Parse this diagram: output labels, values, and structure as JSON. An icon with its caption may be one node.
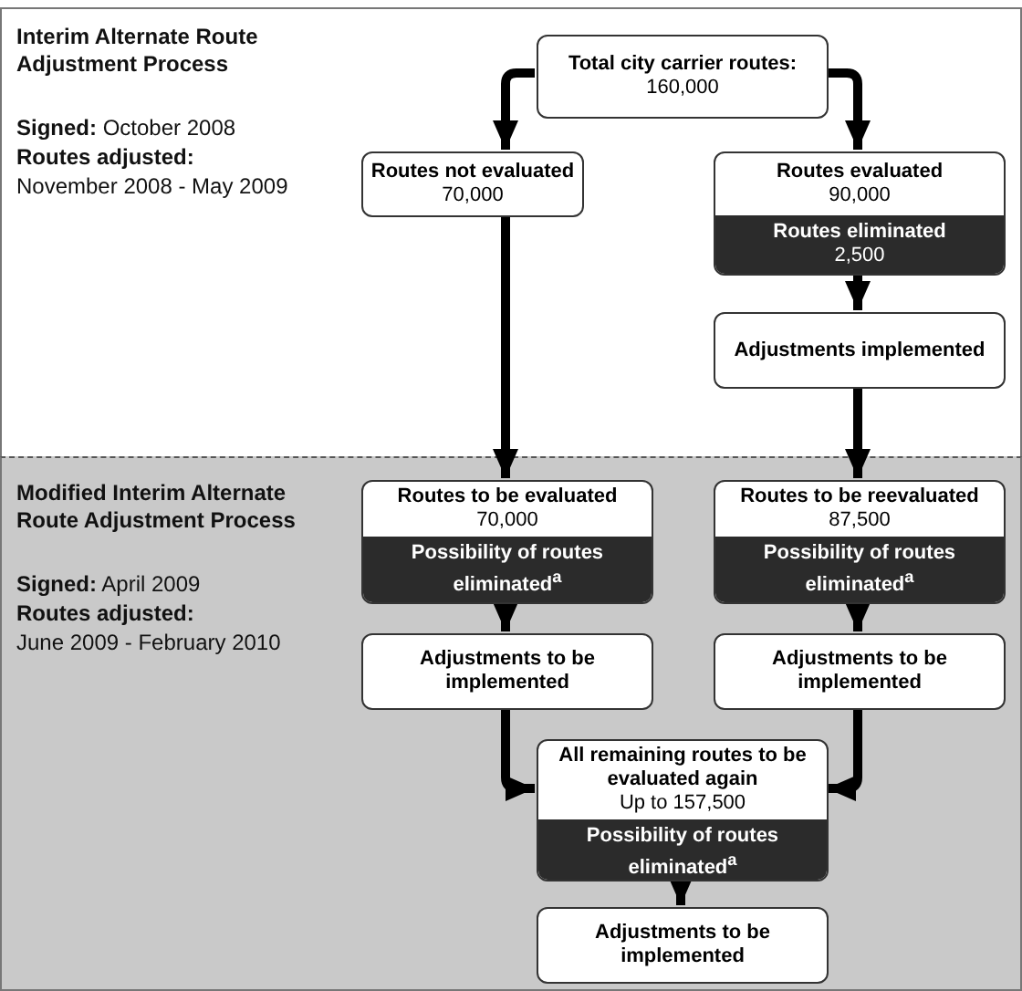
{
  "diagram": {
    "nodes": [
      {
        "text": [
          "Interim Alternate Route Adjustment Process",
          "**Signed:** October 2008",
          "Routes adjusted:",
          "November 2008 - May 2009"
        ]
      },
      {
        "text": [
          "Total city carrier routes:",
          "160,000"
        ],
        "in": 0
      },
      {
        "text": [
          "Routes not evaluated",
          "70,000"
        ],
        "in": 0
      },
      {
        "text": [
          "Routes evaluated",
          "90,000",
          "Routes eliminated",
          "2,500"
        ],
        "in": 0
      },
      {
        "text": [
          "Adjustments implemented"
        ],
        "in": 0
      },
      {
        "text": [
          "Modified Interim Alternate Route Adjustment Process",
          "**Signed:** April 2009",
          "Routes adjusted:",
          "June 2009 - February 2010"
        ]
      },
      {
        "text": [
          "Routes to be evaluated",
          "70,000",
          "Possibility of routes eliminated$^{a}$"
        ],
        "in": 5
      },
      {
        "text": [
          "Routes to be reevaluated",
          "87,500",
          "Possibility of routes eliminated$^{a}$"
        ],
        "in": 5
      },
      {
        "text": [
          "Adjustments to be implemented"
        ],
        "in": 5
      },
      {
        "text": [
          "Adjustments to be implemented"
        ],
        "in": 5
      },
      {
        "text": [
          "All remaining routes to be evaluated again",
          "Up to 157,500",
          "Possibility of routes eliminated$^{a}$"
        ],
        "in": 5
      },
      {
        "text": [
          "Adjustments to be implemented"
        ],
        "in": 5
      }
    ],
    "edges": [
      {
        "from": 1,
        "to": 2,
        "arrow": "to"
      },
      {
        "from": 1,
        "to": 3,
        "arrow": "to"
      },
      {
        "from": 3,
        "to": 4,
        "arrow": "to"
      },
      {
        "from": 2,
        "to": 6,
        "arrow": "to"
      },
      {
        "from": 4,
        "to": 7,
        "arrow": "to"
      },
      {
        "from": 6,
        "to": 8,
        "arrow": "to"
      },
      {
        "from": 7,
        "to": 9,
        "arrow": "to"
      },
      {
        "from": 8,
        "to": 10,
        "arrow": "to"
      },
      {
        "from": 9,
        "to": 10,
        "arrow": "to"
      },
      {
        "from": 10,
        "to": 11,
        "arrow": "to"
      }
    ]
  }
}
